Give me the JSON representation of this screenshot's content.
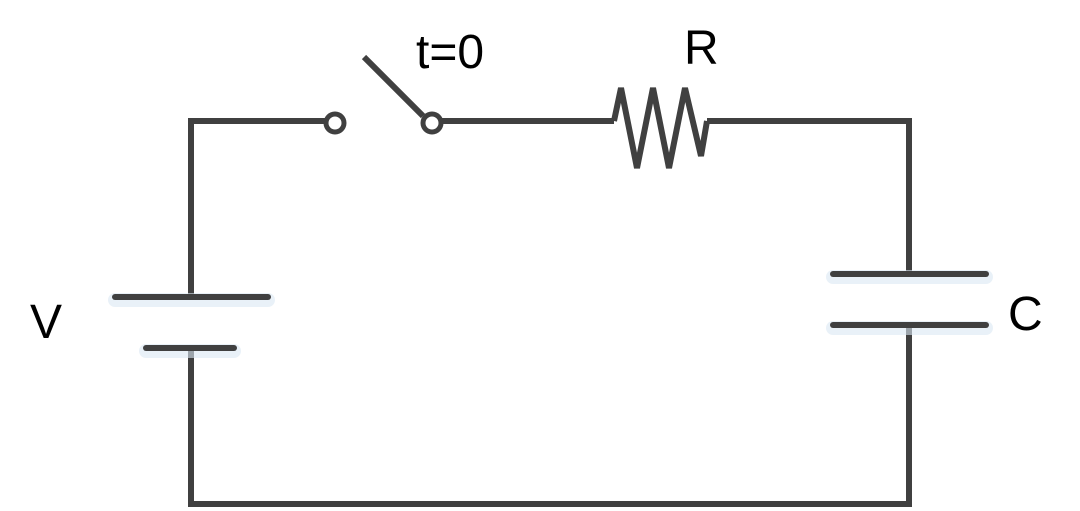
{
  "labels": {
    "switch": "t=0",
    "resistor": "R",
    "battery": "V",
    "capacitor": "C"
  },
  "colors": {
    "wire": "#404040",
    "text": "#000000",
    "background": "#ffffff"
  }
}
